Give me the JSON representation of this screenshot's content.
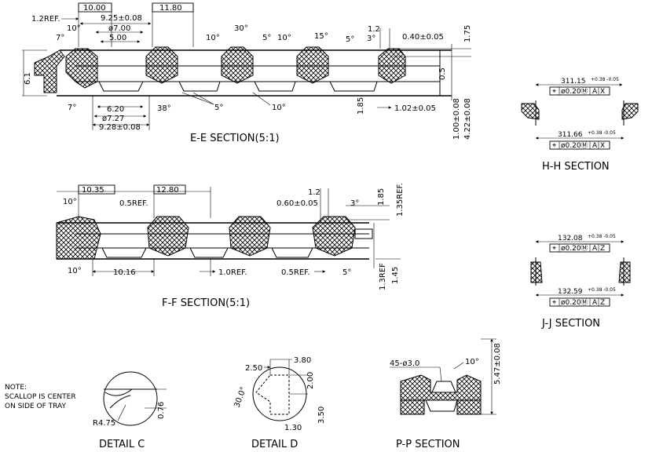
{
  "ee": {
    "title": "E-E SECTION(5:1)",
    "ref": "1.2REF.",
    "pitch1": "10.00",
    "pitch2": "11.80",
    "w_925": "9.25±0.08",
    "d_700": "ø7.00",
    "w_500": "5.00",
    "a10a": "10°",
    "a7a": "7°",
    "a30": "30°",
    "a5a": "5°",
    "a10b": "10°",
    "a10c": "10°",
    "a15": "15°",
    "a5b": "5°",
    "a3": "3°",
    "d12": "1.2",
    "d040": "0.40±0.05",
    "d175": "1.75",
    "h61": "6.1",
    "a7b": "7°",
    "w_620": "6.20",
    "d_727": "ø7.27",
    "w_928": "9.28±0.08",
    "a38": "38°",
    "a5c": "5°",
    "a10d": "10°",
    "d185": "1.85",
    "d102": "1.02±0.05",
    "d05": "0.5",
    "d100": "1.00±0.08",
    "d422": "4.22±0.08"
  },
  "hh": {
    "title": "H-H SECTION",
    "top_dim": "311.15",
    "top_tol": "+0.38 -0.05",
    "top_frame": [
      "⌖",
      "ø0.20Ⓜ",
      "A",
      "X",
      "Ⓜ"
    ],
    "bot_dim": "311.66",
    "bot_tol": "+0.38 -0.05",
    "bot_frame": [
      "⌖",
      "ø0.20Ⓜ",
      "A",
      "X",
      "Ⓜ"
    ]
  },
  "ff": {
    "title": "F-F SECTION(5:1)",
    "pitch1": "10.35",
    "pitch2": "12.80",
    "a10a": "10°",
    "ref05a": "0.5REF.",
    "d12": "1.2",
    "d060": "0.60±0.05",
    "a3": "3°",
    "d185": "1.85",
    "d135": "1.35REF.",
    "a10b": "10°",
    "w1016": "10.16",
    "ref10": "1.0REF.",
    "ref05b": "0.5REF.",
    "a5": "5°",
    "d13": "1.3REF",
    "d145": "1.45"
  },
  "jj": {
    "title": "J-J SECTION",
    "top_dim": "132.08",
    "top_tol": "+0.38 -0.05",
    "top_frame": [
      "⌖",
      "ø0.20Ⓜ",
      "A",
      "Z",
      "Ⓜ"
    ],
    "bot_dim": "132.59",
    "bot_tol": "+0.38 -0.05",
    "bot_frame": [
      "⌖",
      "ø0.20Ⓜ",
      "A",
      "Z",
      "Ⓜ"
    ]
  },
  "detail_c": {
    "title": "DETAIL C",
    "note": [
      "NOTE:",
      "SCALLOP IS CENTER",
      "ON SIDE OF TRAY"
    ],
    "radius": "R4.75",
    "dim": "0.76"
  },
  "detail_d": {
    "title": "DETAIL D",
    "d250": "2.50",
    "d380": "3.80",
    "d200": "2.00",
    "angle": "30.0°",
    "d130": "1.30",
    "d350": "3.50"
  },
  "pp": {
    "title": "P-P SECTION",
    "holes": "45-ø3.0",
    "angle": "10°",
    "height": "5.47±0.08"
  }
}
